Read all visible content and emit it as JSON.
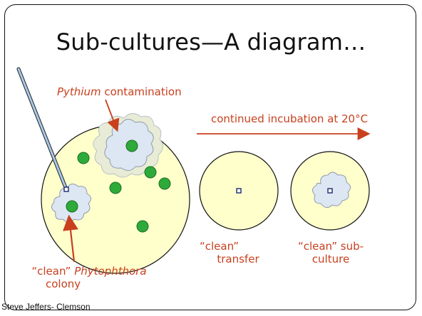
{
  "slide": {
    "title": "Sub-cultures—A diagram…",
    "credit": "Steve Jeffers- Clemson"
  },
  "labels": {
    "pythium_italic": "Pythium",
    "pythium_rest": " contamination",
    "incubation": "continued incubation at 20°C",
    "clean_transfer_line1": "“clean”",
    "clean_transfer_line2": "transfer",
    "clean_subculture_line1": "“clean” sub-",
    "clean_subculture_line2": "culture",
    "phytophthora_prefix": "“clean” ",
    "phytophthora_italic": "Phytophthora",
    "phytophthora_line2": "colony"
  },
  "colors": {
    "plate_fill": "#ffffcc",
    "colony_green": "#2eaa3a",
    "label_red": "#c8401e",
    "mycelium_fill": "#dde6f3",
    "needle_blue": "#a8c8e8"
  }
}
